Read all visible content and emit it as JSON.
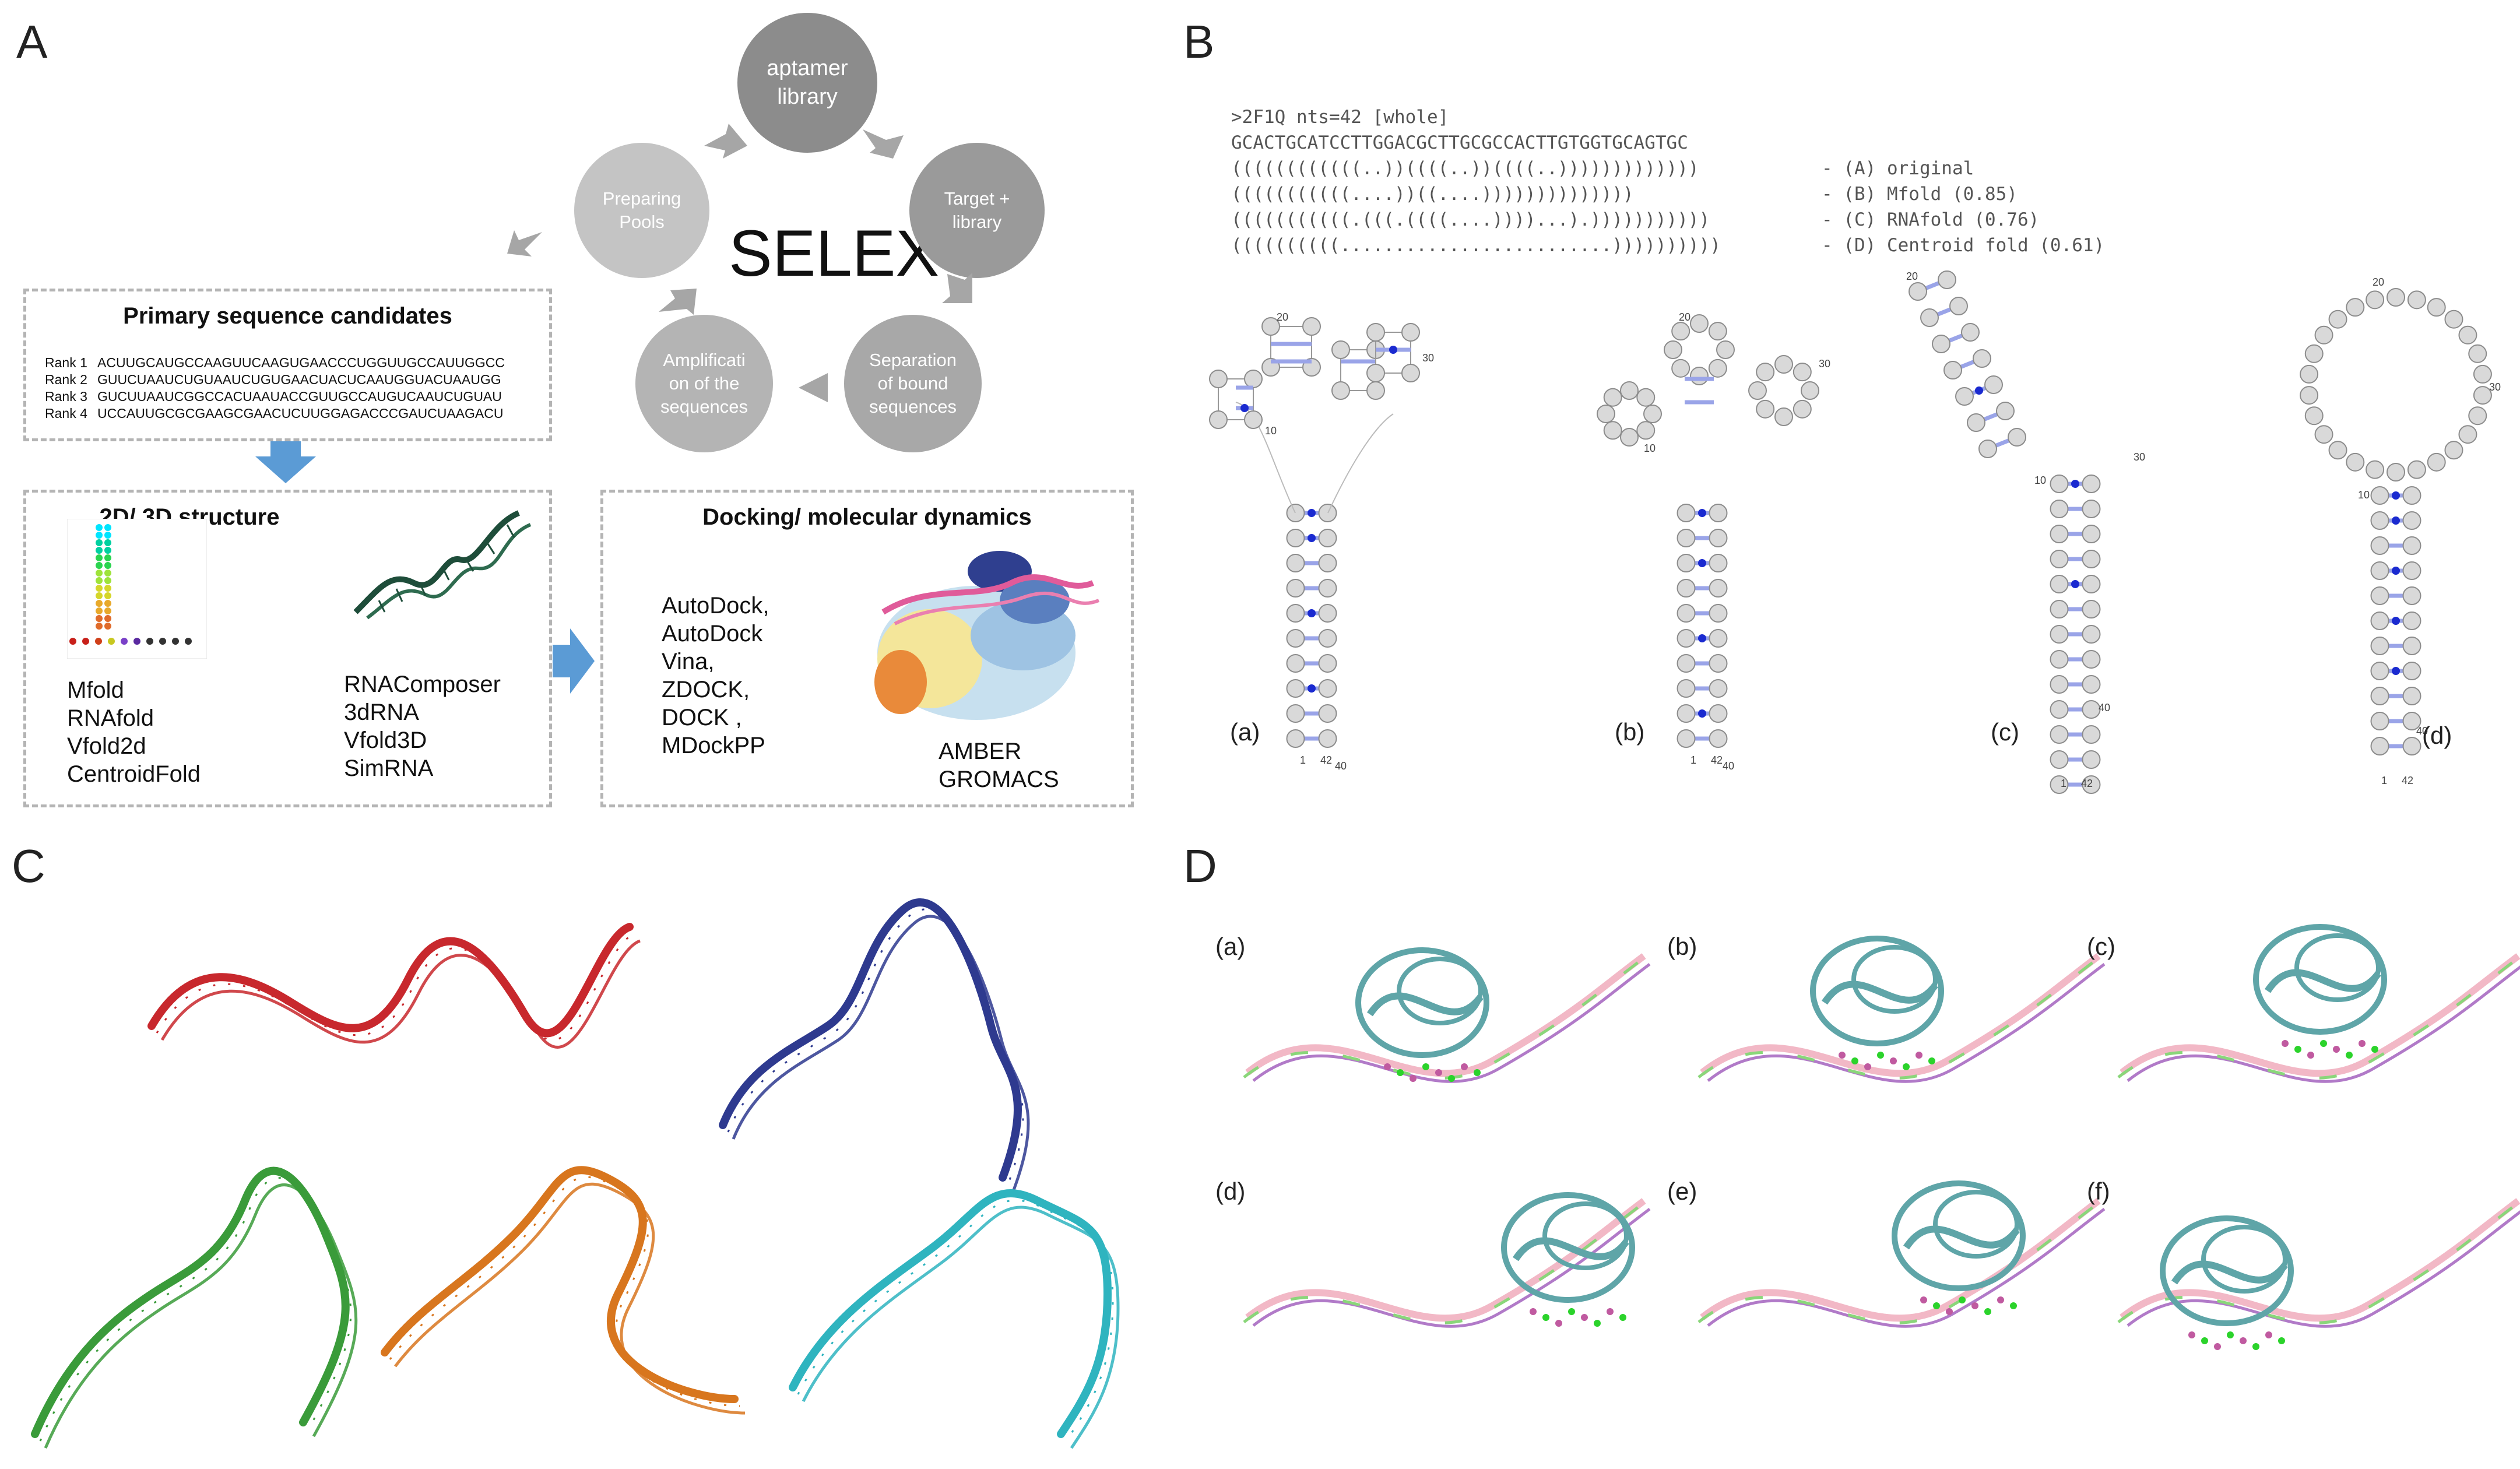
{
  "panels": {
    "A": "A",
    "B": "B",
    "C": "C",
    "D": "D"
  },
  "selex": {
    "center_label": "SELEX",
    "cycle": [
      {
        "key": "library",
        "lines": [
          "aptamer",
          "library"
        ],
        "color": "#8c8c8c"
      },
      {
        "key": "target",
        "lines": [
          "Target +",
          "library"
        ],
        "color": "#9a9a9a"
      },
      {
        "key": "separation",
        "lines": [
          "Separation",
          "of bound",
          "sequences"
        ],
        "color": "#a8a8a8"
      },
      {
        "key": "amplification",
        "lines": [
          "Amplificati",
          "on of the",
          "sequences"
        ],
        "color": "#b4b4b4"
      },
      {
        "key": "preparing",
        "lines": [
          "Preparing",
          "Pools"
        ],
        "color": "#c4c4c4"
      }
    ]
  },
  "primary": {
    "title": "Primary sequence candidates",
    "ranks": [
      {
        "rank": "Rank 1",
        "seq": "ACUUGCAUGCCAAGUUCAAGUGAACCCUGGUUGCCAUUGGCC"
      },
      {
        "rank": "Rank 2",
        "seq": "GUUCUAAUCUGUAAUCUGUGAACUACUCAAUGGUACUAAUGG"
      },
      {
        "rank": "Rank 3",
        "seq": "GUCUUAAUCGGCCACUAAUACCGUUGCCAUGUCAAUCUGUAU"
      },
      {
        "rank": "Rank 4",
        "seq": "UCCAUUGCGCGAAGCGAACUCUUGGAGACCCGAUCUAAGACU"
      }
    ]
  },
  "structure": {
    "title": "2D/ 3D structure",
    "tools_2d": [
      "Mfold",
      "RNAfold",
      "Vfold2d",
      "CentroidFold"
    ],
    "tools_3d": [
      "RNAComposer",
      "3dRNA",
      "Vfold3D",
      "SimRNA"
    ]
  },
  "docking": {
    "title": "Docking/ molecular dynamics",
    "tools_dock": [
      "AutoDock,",
      "AutoDock",
      "Vina,",
      "ZDOCK,",
      "DOCK ,",
      "MDockPP"
    ],
    "tools_md": [
      "AMBER",
      "GROMACS"
    ]
  },
  "panelB": {
    "header": ">2F1Q nts=42 [whole]",
    "sequence": "GCACTGCATCCTTGGACGCTTGCGCCACTTGTGGTGCAGTGC",
    "folds": [
      {
        "db": "((((((((((((..))((((..))((((..)))))))))))))",
        "label": "- (A) original"
      },
      {
        "db": "(((((((((((....))((....))))))))))))))",
        "label": "- (B) Mfold (0.85)"
      },
      {
        "db": "(((((((((((.(((.((((....))))...).)))))))))))",
        "label": "- (C) RNAfold (0.76)"
      },
      {
        "db": "((((((((((.........................))))))))))",
        "label": "- (D) Centroid fold (0.61)"
      }
    ],
    "sub_labels": [
      "(a)",
      "(b)",
      "(c)",
      "(d)"
    ],
    "tick_labels": {
      "a": [
        "20",
        "30",
        "10",
        "40",
        "1",
        "42"
      ],
      "b": [
        "20",
        "30",
        "10",
        "40",
        "1",
        "42"
      ],
      "c": [
        "20",
        "30",
        "10",
        "40",
        "1",
        "42"
      ],
      "d": [
        "20",
        "30",
        "10",
        "40",
        "1",
        "42"
      ]
    }
  },
  "panelC": {
    "colors": [
      "#c8282d",
      "#2e3a8f",
      "#3a9b3a",
      "#d8761e",
      "#2fb4bf"
    ]
  },
  "panelD": {
    "sub_labels": [
      "(a)",
      "(b)",
      "(c)",
      "(d)",
      "(e)",
      "(f)"
    ],
    "protein_color": "#5fa5a8"
  },
  "colors": {
    "arrow_blue": "#5b9bd5",
    "arrow_grey": "#a6a6a6",
    "dash_border": "#b4b4b4",
    "pair_line": "#9aa4e8",
    "gu_dot": "#1a2ad0",
    "nt_circle": "#d9d9d9"
  }
}
